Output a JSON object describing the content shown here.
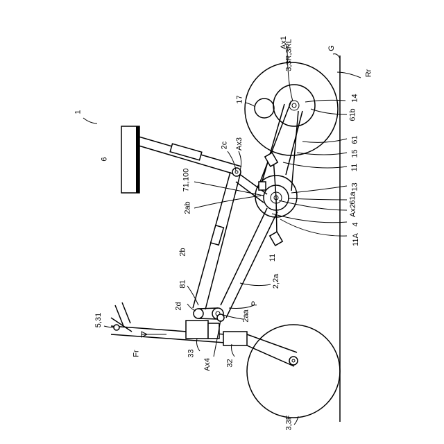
{
  "labels": {
    "fig": "1",
    "ax1": "Ax1",
    "ax1b": "3,3R,3RL",
    "g": "G",
    "rr": "Rr",
    "l14": "14",
    "l17": "17",
    "l61b": "61b",
    "l61": "61",
    "l15": "15",
    "l11a": "11",
    "l2c": "2c",
    "ax3": "Ax3",
    "l6": "6",
    "l71": "71,100",
    "l13": "13",
    "l2ab": "2ab",
    "l61a": "61a",
    "ax2": "Ax2",
    "l4": "4",
    "l11A": "11A",
    "l11b": "11",
    "l2b": "2b",
    "l81": "81",
    "l2_2a": "2,2a",
    "l2d": "2d",
    "p": "P",
    "l2aa": "2aa",
    "l531": "5,31",
    "fr": "Fr",
    "l33": "33",
    "ax4": "Ax4",
    "l32": "32",
    "l3f": "3,3F"
  }
}
